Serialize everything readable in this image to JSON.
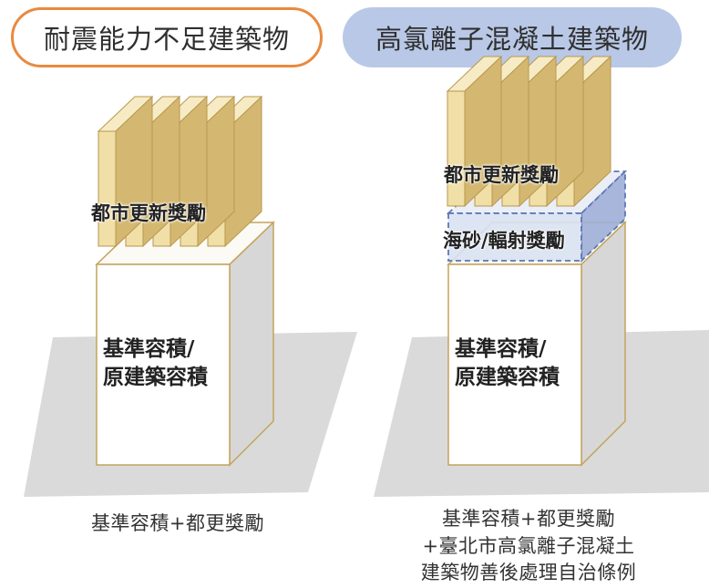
{
  "headers": {
    "left": "耐震能力不足建築物",
    "right": "高氯離子混凝土建築物"
  },
  "left_building": {
    "base_label_line1": "基準容積/",
    "base_label_line2": "原建築容積",
    "bonus_label": "都市更新獎勵"
  },
  "right_building": {
    "base_label_line1": "基準容積/",
    "base_label_line2": "原建築容積",
    "seasand_label": "海砂/輻射獎勵",
    "bonus_label": "都市更新獎勵"
  },
  "captions": {
    "left": "基準容積+都更獎勵",
    "right_line1": "基準容積+都更獎勵",
    "right_line2": "+臺北市高氯離子混凝土",
    "right_line3": "建築物善後處理自治條例"
  },
  "colors": {
    "left_header_border": "#e98a3f",
    "right_header_fill": "#b9c8e6",
    "slab_fill": "#f0dfa6",
    "slab_side": "#d4b871",
    "dashed_band": "#5d77b5"
  }
}
